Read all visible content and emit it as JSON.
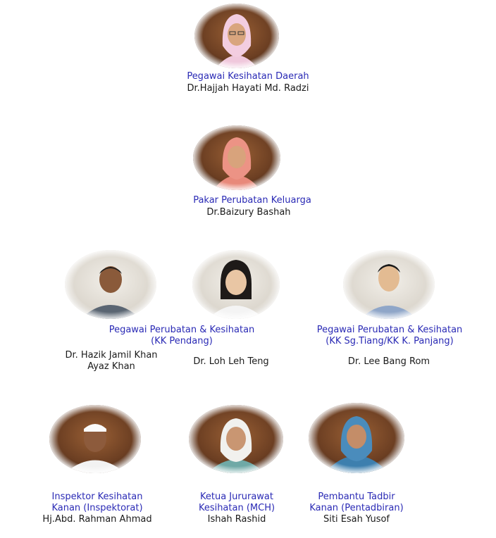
{
  "colors": {
    "title_blue": "#2a2ab5",
    "name_text": "#1a1a1a",
    "wood_background": "#6b3e22",
    "light_background": "#e8e4dc"
  },
  "district_officer": {
    "title": "Pegawai Kesihatan Daerah",
    "name": "Dr.Hajjah Hayati Md. Radzi",
    "photo_icon": "person-hijab-portrait"
  },
  "family_specialist": {
    "title": "Pakar Perubatan Keluarga",
    "name": "Dr.Baizury Bashah",
    "photo_icon": "person-hijab-portrait"
  },
  "medical_officers": {
    "group_title_1": {
      "line1": "Pegawai Perubatan & Kesihatan",
      "line2": "(KK Pendang)"
    },
    "group_title_2": {
      "line1": "Pegawai Perubatan & Kesihatan",
      "line2": "(KK Sg.Tiang/KK K. Panjang)"
    },
    "officer_1": {
      "name_line1": "Dr. Hazik Jamil Khan",
      "name_line2": "Ayaz Khan",
      "photo_icon": "person-portrait"
    },
    "officer_2": {
      "name": "Dr. Loh Leh Teng",
      "photo_icon": "person-portrait"
    },
    "officer_3": {
      "name": "Dr. Lee Bang Rom",
      "photo_icon": "person-portrait"
    }
  },
  "support_staff": {
    "inspector": {
      "title_line1": "Inspektor Kesihatan",
      "title_line2": "Kanan (Inspektorat)",
      "name": "Hj.Abd. Rahman Ahmad",
      "photo_icon": "person-kopiah-portrait"
    },
    "nurse": {
      "title_line1": "Ketua Jururawat",
      "title_line2": "Kesihatan (MCH)",
      "name": "Ishah Rashid",
      "photo_icon": "person-hijab-portrait"
    },
    "admin": {
      "title_line1": "Pembantu Tadbir",
      "title_line2": "Kanan (Pentadbiran)",
      "name": "Siti Esah Yusof",
      "photo_icon": "person-hijab-portrait"
    }
  }
}
